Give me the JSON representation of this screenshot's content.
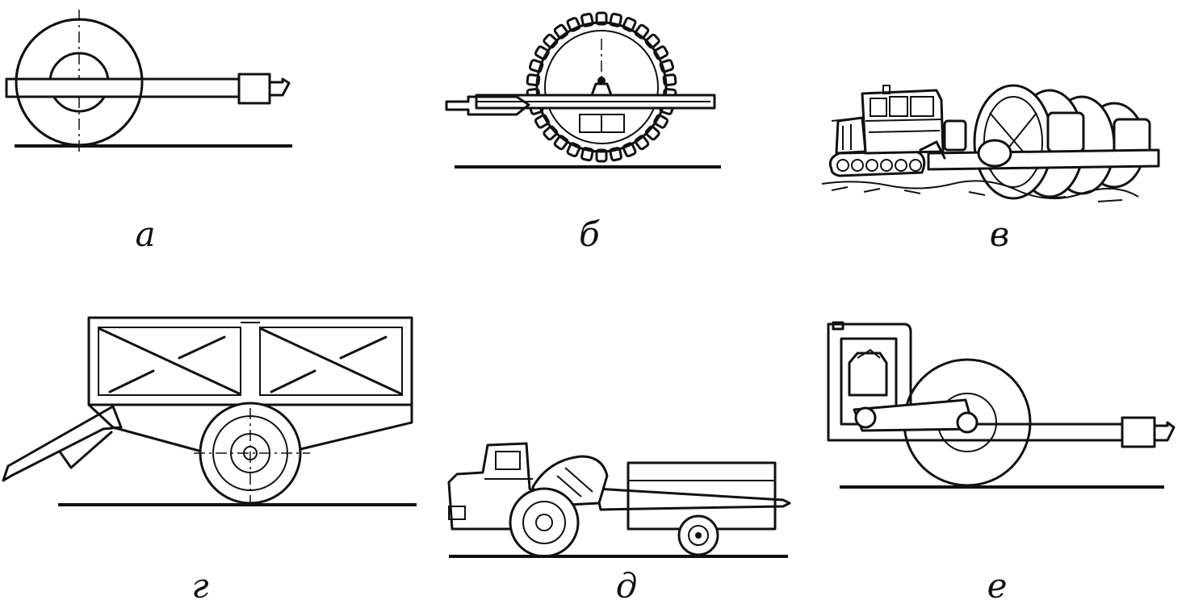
{
  "figure": {
    "panels": [
      {
        "id": "a",
        "caption": "а"
      },
      {
        "id": "b",
        "caption": "б"
      },
      {
        "id": "v",
        "caption": "в"
      },
      {
        "id": "g",
        "caption": "г"
      },
      {
        "id": "d",
        "caption": "д"
      },
      {
        "id": "e",
        "caption": "е"
      }
    ]
  },
  "colors": {
    "ink": "#111111",
    "background": "#ffffff"
  }
}
